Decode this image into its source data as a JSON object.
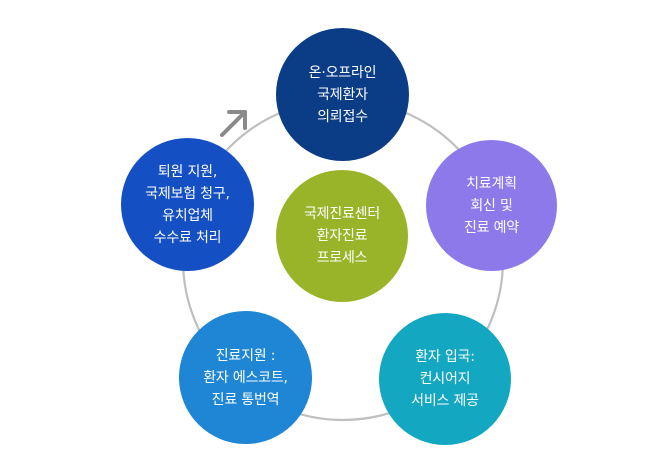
{
  "diagram": {
    "steps": [
      {
        "lines": [
          "온·오프라인",
          "국제환자",
          "의뢰접수"
        ],
        "color": "#0b3d87"
      },
      {
        "lines": [
          "치료계획",
          "회신 및",
          "진료 예약"
        ],
        "color": "#8d79ea"
      },
      {
        "lines": [
          "환자 입국:",
          "컨시어지",
          "서비스 제공"
        ],
        "color": "#14a7c2"
      },
      {
        "lines": [
          "진료지원 :",
          "환자 에스코트,",
          "진료 통번역"
        ],
        "color": "#1e86d4"
      },
      {
        "lines": [
          "퇴원 지원,",
          "국제보험 청구,",
          "유치업체",
          "수수료 처리"
        ],
        "color": "#1450c4"
      }
    ],
    "center": {
      "lines": [
        "국제진료센터",
        "환자진료",
        "프로세스"
      ],
      "color": "#9ab42a"
    },
    "ring_color": "#bfbfbf",
    "arrow_color": "#8a8a8a"
  }
}
